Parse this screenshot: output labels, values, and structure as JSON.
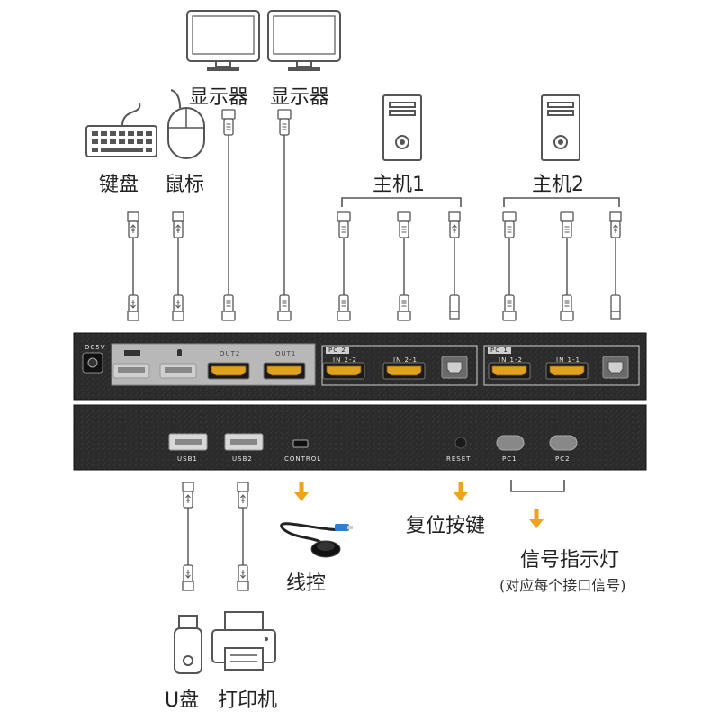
{
  "devices": {
    "monitor1": "显示器",
    "monitor2": "显示器",
    "keyboard": "键盘",
    "mouse": "鼠标",
    "host1": "主机1",
    "host2": "主机2",
    "udisk": "U盘",
    "printer": "打印机"
  },
  "callouts": {
    "wired_control": "线控",
    "reset_button": "复位按键",
    "indicator": "信号指示灯",
    "indicator_note": "(对应每个接口信号)"
  },
  "back_panel": {
    "dc": "DC5V",
    "out2": "OUT2",
    "out1": "OUT1",
    "pc2": "PC 2",
    "pc2_in2": "IN 2-2",
    "pc2_in1": "IN 2-1",
    "pc1": "PC 1",
    "pc1_in2": "IN 1-2",
    "pc1_in1": "IN 1-1"
  },
  "front_panel": {
    "usb1": "USB1",
    "usb2": "USB2",
    "control": "CONTROL",
    "reset": "RESET",
    "pc1": "PC1",
    "pc2": "PC2"
  },
  "colors": {
    "line": "#555555",
    "arrow": "#f0a21a",
    "panel": "#2a2a2a",
    "hdmi_gold": "#e0a020",
    "blue_plug": "#2f7fd0"
  }
}
